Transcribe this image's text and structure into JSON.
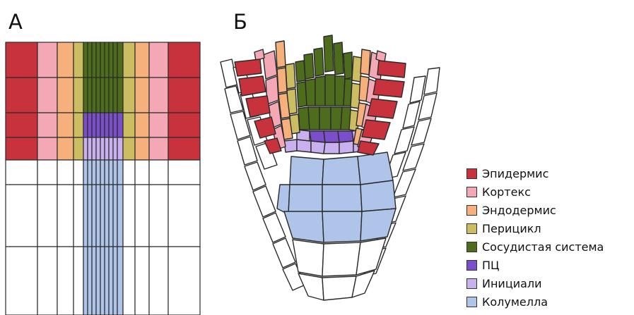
{
  "panels": {
    "a_label": "А",
    "b_label": "Б"
  },
  "colors": {
    "epidermis": "#c8323c",
    "cortex": "#f4a7b4",
    "endodermis": "#f6b07c",
    "pericycle": "#cdbd62",
    "vascular": "#4e6d1c",
    "qc": "#7a4fc9",
    "initials": "#c9b0ee",
    "columella": "#aec4e8",
    "outline": "#2a2a2a"
  },
  "legend": [
    {
      "label": "Эпидермис",
      "color": "#c8323c"
    },
    {
      "label": "Кортекс",
      "color": "#f4a7b4"
    },
    {
      "label": "Эндодермис",
      "color": "#f6b07c"
    },
    {
      "label": "Перицикл",
      "color": "#cdbd62"
    },
    {
      "label": "Сосудистая система",
      "color": "#4e6d1c"
    },
    {
      "label": "ПЦ",
      "color": "#7a4fc9"
    },
    {
      "label": "Инициали",
      "color": "#c9b0ee"
    },
    {
      "label": "Колумелла",
      "color": "#aec4e8"
    }
  ]
}
